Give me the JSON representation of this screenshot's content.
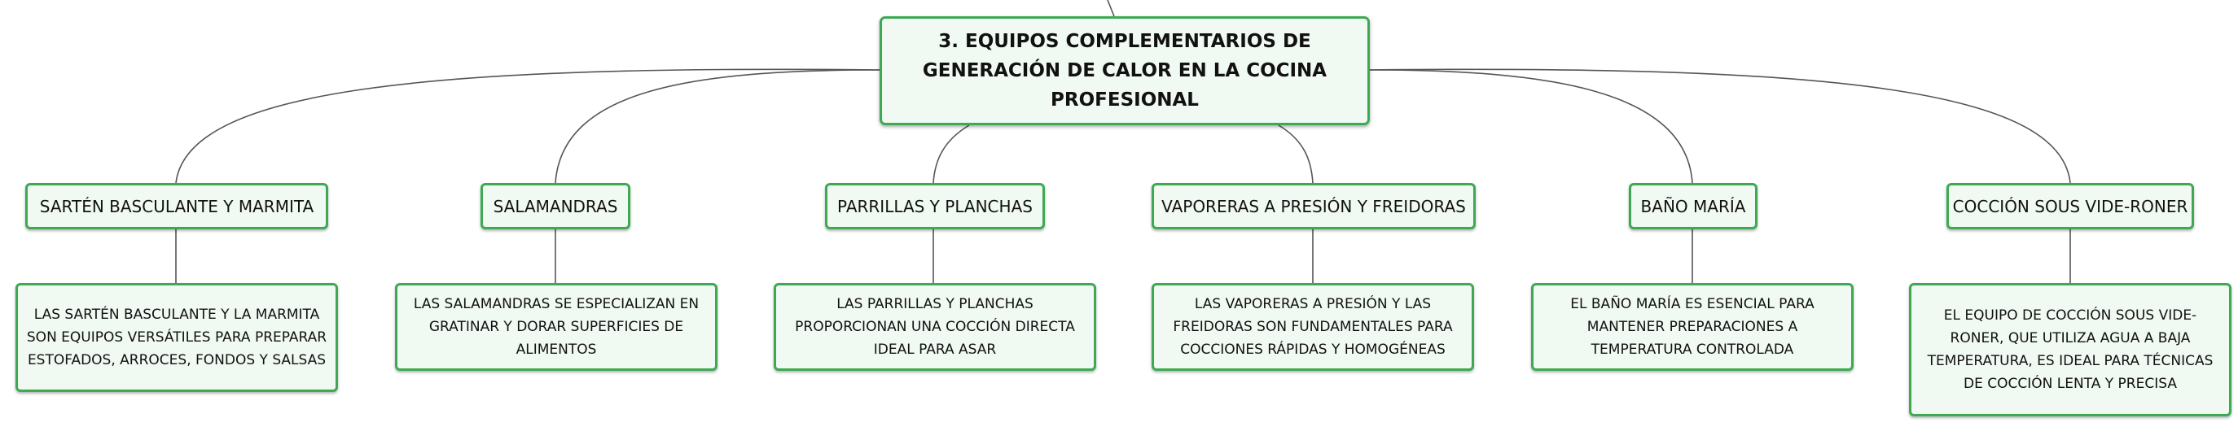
{
  "root": {
    "label": "3. EQUIPOS COMPLEMENTARIOS DE GENERACIÓN DE CALOR EN LA COCINA PROFESIONAL"
  },
  "branches": [
    {
      "label": "SARTÉN BASCULANTE Y MARMITA",
      "detail": "LAS SARTÉN BASCULANTE Y LA MARMITA SON EQUIPOS VERSÁTILES PARA PREPARAR ESTOFADOS, ARROCES, FONDOS Y SALSAS"
    },
    {
      "label": "SALAMANDRAS",
      "detail": "LAS SALAMANDRAS SE ESPECIALIZAN EN GRATINAR Y DORAR SUPERFICIES DE ALIMENTOS"
    },
    {
      "label": "PARRILLAS Y PLANCHAS",
      "detail": "LAS PARRILLAS Y PLANCHAS PROPORCIONAN UNA COCCIÓN DIRECTA IDEAL PARA ASAR"
    },
    {
      "label": "VAPORERAS A PRESIÓN Y FREIDORAS",
      "detail": "LAS VAPORERAS A PRESIÓN Y LAS FREIDORAS SON FUNDAMENTALES PARA COCCIONES RÁPIDAS Y HOMOGÉNEAS"
    },
    {
      "label": "BAÑO MARÍA",
      "detail": "EL BAÑO MARÍA ES ESENCIAL PARA MANTENER PREPARACIONES A TEMPERATURA CONTROLADA"
    },
    {
      "label": "COCCIÓN SOUS VIDE-RONER",
      "detail": "EL EQUIPO DE COCCIÓN SOUS VIDE-RONER, QUE UTILIZA AGUA A BAJA TEMPERATURA, ES IDEAL PARA TÉCNICAS DE COCCIÓN LENTA Y PRECISA"
    }
  ],
  "colors": {
    "border": "#3daa53",
    "fill": "#f1f9f3",
    "line": "#555555"
  }
}
